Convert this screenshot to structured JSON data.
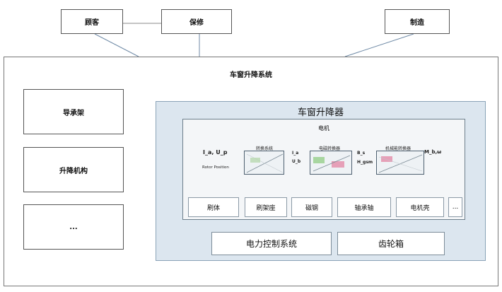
{
  "stakeholders": [
    "顾客",
    "保修",
    "制造"
  ],
  "system": {
    "title": "车窗升降系统",
    "left_components": [
      "导承架",
      "升降机构",
      "..."
    ]
  },
  "regulator": {
    "title": "车窗升降器",
    "motor": {
      "title": "电机",
      "input_label": "I_a, U_p",
      "rotor_label": "Rotor Position",
      "converter_1": "转换系统",
      "converter_2": "电磁转换器",
      "converter_3": "机械能转换器",
      "signal_1": "I_a",
      "signal_2": "U_b",
      "signal_3": "B_s",
      "signal_4": "H_gsm",
      "output_label": "M_b,ω",
      "parts": [
        "刷体",
        "刷架座",
        "磁钢",
        "轴承轴",
        "电机壳",
        "..."
      ]
    },
    "power_control": "电力控制系统",
    "gearbox": "齿轮箱"
  }
}
